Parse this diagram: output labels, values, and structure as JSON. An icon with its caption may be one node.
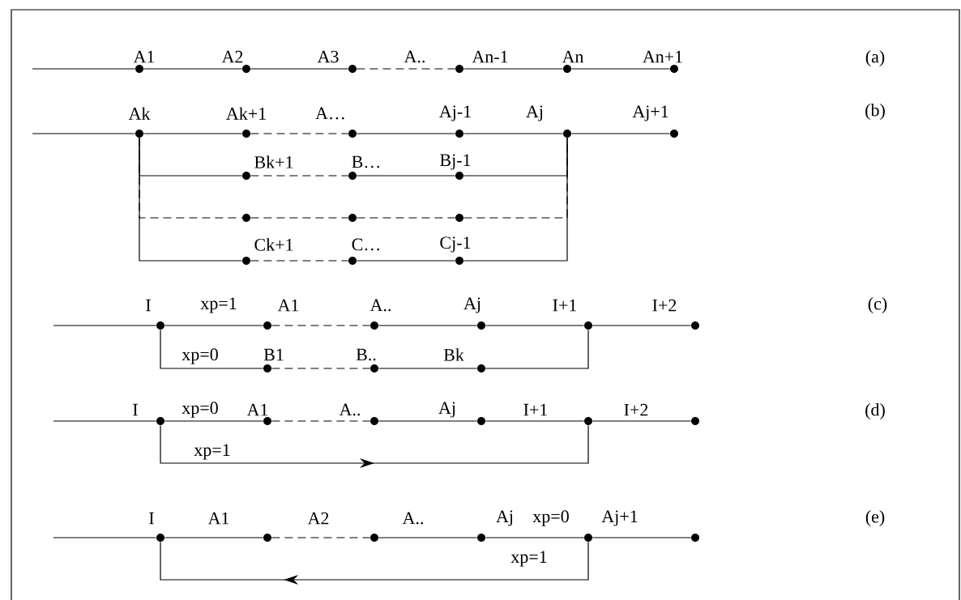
{
  "diagram": {
    "nodes": [
      {
        "text": [],
        "shape": "circle"
      },
      {
        "text": [],
        "shape": "circle"
      },
      {
        "text": [],
        "shape": "circle"
      },
      {
        "text": [],
        "shape": "circle"
      },
      {
        "text": [],
        "shape": "circle"
      },
      {
        "text": [],
        "shape": "circle"
      },
      {
        "text": [],
        "shape": "circle"
      },
      {
        "text": [],
        "shape": "circle"
      },
      {
        "text": [],
        "shape": "circle"
      },
      {
        "text": [],
        "shape": "circle"
      },
      {
        "text": [],
        "shape": "circle"
      },
      {
        "text": [],
        "shape": "circle"
      },
      {
        "text": [],
        "shape": "circle"
      },
      {
        "text": [],
        "shape": "circle"
      },
      {
        "text": [],
        "shape": "circle"
      },
      {
        "text": [],
        "shape": "circle"
      },
      {
        "text": [],
        "shape": "circle"
      },
      {
        "text": [],
        "shape": "circle"
      },
      {
        "text": [],
        "shape": "circle"
      },
      {
        "text": [],
        "shape": "circle"
      },
      {
        "text": [],
        "shape": "circle"
      },
      {
        "text": [],
        "shape": "circle"
      },
      {
        "text": [],
        "shape": "circle"
      },
      {
        "text": [],
        "shape": "circle"
      },
      {
        "text": [],
        "shape": "circle"
      },
      {
        "text": [],
        "shape": "circle"
      },
      {
        "text": [],
        "shape": "circle"
      },
      {
        "text": [],
        "shape": "circle"
      },
      {
        "text": [],
        "shape": "circle"
      },
      {
        "text": [],
        "shape": "circle"
      },
      {
        "text": [],
        "shape": "circle"
      },
      {
        "text": [],
        "shape": "circle"
      },
      {
        "text": [],
        "shape": "circle"
      },
      {
        "text": [],
        "shape": "circle"
      },
      {
        "text": [],
        "shape": "circle"
      },
      {
        "text": [],
        "shape": "circle"
      },
      {
        "text": [],
        "shape": "circle"
      },
      {
        "text": [],
        "shape": "circle"
      },
      {
        "text": [],
        "shape": "circle"
      },
      {
        "text": [],
        "shape": "circle"
      },
      {
        "text": [],
        "shape": "circle"
      },
      {
        "text": [],
        "shape": "circle"
      }
    ],
    "edges": [
      {
        "from": null,
        "to": 0,
        "arrow": "none"
      },
      {
        "from": 0,
        "to": 1,
        "arrow": "none"
      },
      {
        "from": 1,
        "to": 2,
        "arrow": "none"
      },
      {
        "from": 2,
        "to": 3,
        "arrow": "none",
        "style": "dashed"
      },
      {
        "from": 3,
        "to": 4,
        "arrow": "none"
      },
      {
        "from": 4,
        "to": 5,
        "arrow": "none"
      },
      {
        "from": null,
        "to": 6,
        "arrow": "none"
      },
      {
        "from": 6,
        "to": 7,
        "arrow": "none"
      },
      {
        "from": 7,
        "to": 8,
        "arrow": "none",
        "style": "dashed"
      },
      {
        "from": 8,
        "to": 9,
        "arrow": "none"
      },
      {
        "from": 9,
        "to": 10,
        "arrow": "none"
      },
      {
        "from": 10,
        "to": 11,
        "arrow": "none"
      },
      {
        "from": 6,
        "to": 12,
        "arrow": "none"
      },
      {
        "from": 12,
        "to": 13,
        "arrow": "none",
        "style": "dashed"
      },
      {
        "from": 13,
        "to": 14,
        "arrow": "none"
      },
      {
        "from": 14,
        "to": 10,
        "arrow": "none"
      },
      {
        "from": 6,
        "to": 15,
        "arrow": "none",
        "style": "dashed"
      },
      {
        "from": 15,
        "to": 16,
        "arrow": "none",
        "style": "dashed"
      },
      {
        "from": 16,
        "to": 17,
        "arrow": "none",
        "style": "dashed"
      },
      {
        "from": 17,
        "to": 10,
        "arrow": "none",
        "style": "dashed"
      },
      {
        "from": 6,
        "to": 18,
        "arrow": "none"
      },
      {
        "from": 18,
        "to": 19,
        "arrow": "none",
        "style": "dashed"
      },
      {
        "from": 19,
        "to": 20,
        "arrow": "none"
      },
      {
        "from": 20,
        "to": 10,
        "arrow": "none"
      },
      {
        "from": null,
        "to": 21,
        "arrow": "none"
      },
      {
        "from": 21,
        "to": 22,
        "arrow": "none",
        "label": "xp=1"
      },
      {
        "from": 22,
        "to": 23,
        "arrow": "none",
        "style": "dashed"
      },
      {
        "from": 23,
        "to": 24,
        "arrow": "none"
      },
      {
        "from": 24,
        "to": 25,
        "arrow": "none"
      },
      {
        "from": 25,
        "to": 26,
        "arrow": "none"
      },
      {
        "from": 21,
        "to": 27,
        "arrow": "none",
        "label": "xp=0"
      },
      {
        "from": 27,
        "to": 28,
        "arrow": "none",
        "style": "dashed"
      },
      {
        "from": 28,
        "to": 29,
        "arrow": "none"
      },
      {
        "from": 29,
        "to": 25,
        "arrow": "none"
      },
      {
        "from": null,
        "to": 30,
        "arrow": "none"
      },
      {
        "from": 30,
        "to": 31,
        "arrow": "none",
        "label": "xp=0"
      },
      {
        "from": 31,
        "to": 32,
        "arrow": "none",
        "style": "dashed"
      },
      {
        "from": 32,
        "to": 33,
        "arrow": "none"
      },
      {
        "from": 33,
        "to": 34,
        "arrow": "none"
      },
      {
        "from": 34,
        "to": 35,
        "arrow": "none"
      },
      {
        "from": 30,
        "to": 34,
        "arrow": "to",
        "label": "xp=1"
      },
      {
        "from": null,
        "to": 36,
        "arrow": "none"
      },
      {
        "from": 36,
        "to": 37,
        "arrow": "none"
      },
      {
        "from": 37,
        "to": 38,
        "arrow": "none",
        "style": "dashed"
      },
      {
        "from": 38,
        "to": 39,
        "arrow": "none"
      },
      {
        "from": 39,
        "to": 40,
        "arrow": "none",
        "label": "xp=0"
      },
      {
        "from": 40,
        "to": 41,
        "arrow": "none"
      },
      {
        "from": 40,
        "to": 36,
        "arrow": "to",
        "label": "xp=1"
      }
    ],
    "labels": [
      "A1",
      "A2",
      "A3",
      "A..",
      "An-1",
      "An",
      "An+1",
      "(a)",
      "Ak",
      "Ak+1",
      "A…",
      "Aj-1",
      "Aj",
      "Aj+1",
      "(b)",
      "Bk+1",
      "B…",
      "Bj-1",
      "Ck+1",
      "C…",
      "Cj-1",
      "I",
      "A1",
      "A..",
      "Aj",
      "I+1",
      "I+2",
      "(c)",
      "B1",
      "B..",
      "Bk",
      "I",
      "A1",
      "A..",
      "Aj",
      "I+1",
      "I+2",
      "(d)",
      "I",
      "A1",
      "A2",
      "A..",
      "Aj",
      "Aj+1",
      "(e)"
    ]
  }
}
